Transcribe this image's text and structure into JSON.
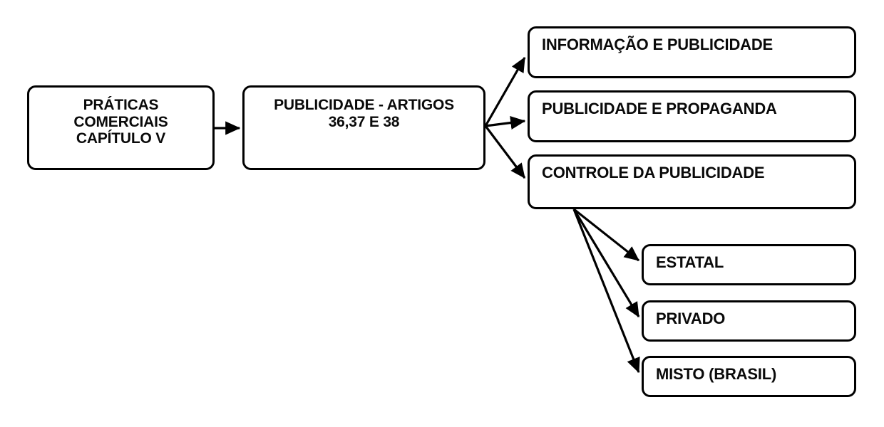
{
  "diagram": {
    "title": "Praticas Comerciais - Publicidade",
    "stroke_color": "#000000",
    "text_color": "#0a0a0a",
    "background_color": "#ffffff",
    "nodes": [
      {
        "id": "praticas",
        "label": "PRÁTICAS COMERCIAIS\nCAPÍTULO V"
      },
      {
        "id": "publicidade",
        "label": "PUBLICIDADE - ARTIGOS 36,37 E 38"
      },
      {
        "id": "informacao",
        "label": "INFORMAÇÃO E PUBLICIDADE"
      },
      {
        "id": "propaganda",
        "label": "PUBLICIDADE E PROPAGANDA"
      },
      {
        "id": "controle",
        "label": "CONTROLE DA PUBLICIDADE"
      },
      {
        "id": "estatal",
        "label": "ESTATAL"
      },
      {
        "id": "privado",
        "label": "PRIVADO"
      },
      {
        "id": "misto",
        "label": "MISTO (BRASIL)"
      }
    ],
    "edges": [
      {
        "from": "praticas",
        "to": "publicidade"
      },
      {
        "from": "publicidade",
        "to": "informacao"
      },
      {
        "from": "publicidade",
        "to": "propaganda"
      },
      {
        "from": "publicidade",
        "to": "controle"
      },
      {
        "from": "controle",
        "to": "estatal"
      },
      {
        "from": "controle",
        "to": "privado"
      },
      {
        "from": "controle",
        "to": "misto"
      }
    ]
  }
}
